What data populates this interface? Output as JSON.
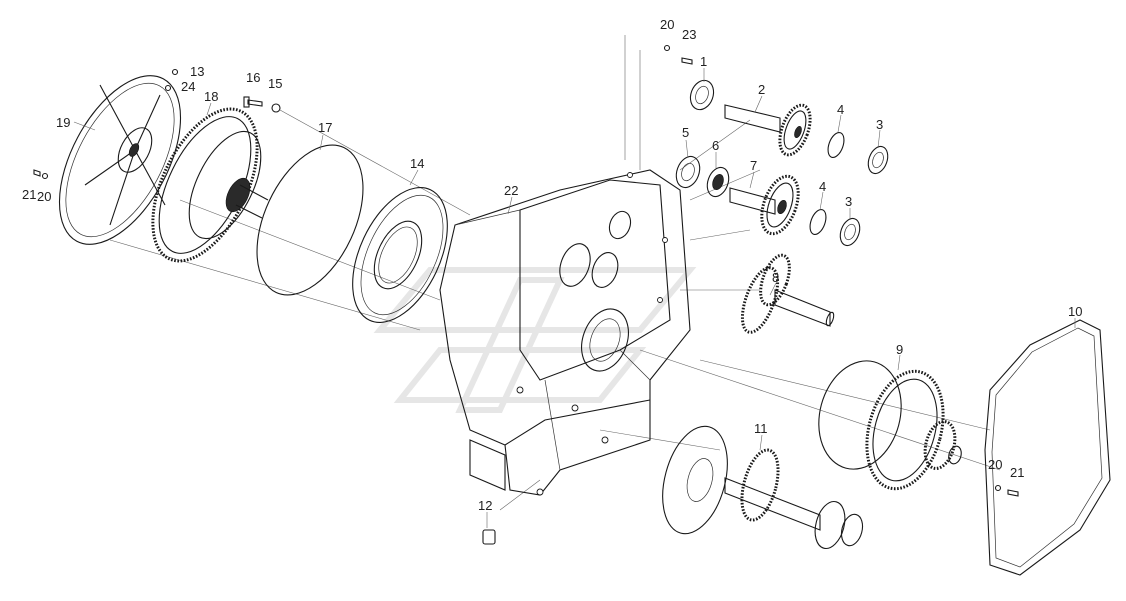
{
  "diagram": {
    "labels": {
      "p1": "1",
      "p2": "2",
      "p3a": "3",
      "p3b": "3",
      "p4a": "4",
      "p4b": "4",
      "p5": "5",
      "p6": "6",
      "p7": "7",
      "p8": "8",
      "p9": "9",
      "p10": "10",
      "p11": "11",
      "p12": "12",
      "p13": "13",
      "p14": "14",
      "p15": "15",
      "p16": "16",
      "p17": "17",
      "p18": "18",
      "p19": "19",
      "p20a": "20",
      "p20b": "20",
      "p20c": "20",
      "p21a": "21",
      "p21b": "21",
      "p22": "22",
      "p23": "23",
      "p24": "24"
    }
  }
}
